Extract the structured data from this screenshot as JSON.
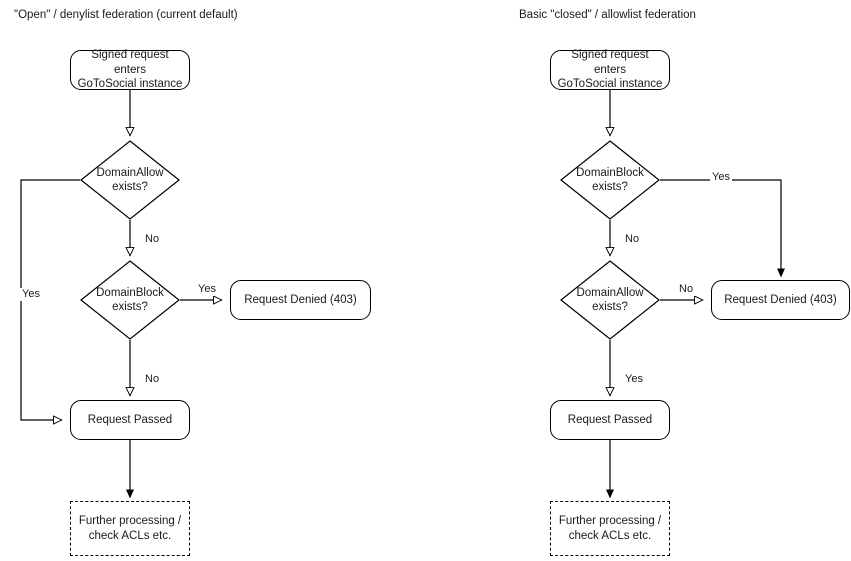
{
  "diagram": {
    "type": "flowchart",
    "background": "#ffffff",
    "stroke_color": "#000000",
    "text_color": "#1a1a1a"
  },
  "panels": [
    {
      "id": "open-denylist",
      "title": "\"Open\" / denylist federation (current default)",
      "nodes": {
        "entry": "Signed request enters\nGoToSocial instance",
        "decision_1": "DomainAllow\nexists?",
        "decision_2": "DomainBlock\nexists?",
        "denied": "Request Denied (403)",
        "passed": "Request Passed",
        "further": "Further processing /\ncheck ACLs etc."
      },
      "edge_labels": {
        "allow_yes": "Yes",
        "allow_no": "No",
        "block_yes": "Yes",
        "block_no": "No"
      }
    },
    {
      "id": "closed-allowlist",
      "title": "Basic \"closed\" / allowlist federation",
      "nodes": {
        "entry": "Signed request enters\nGoToSocial instance",
        "decision_1": "DomainBlock\nexists?",
        "decision_2": "DomainAllow\nexists?",
        "denied": "Request Denied (403)",
        "passed": "Request Passed",
        "further": "Further processing /\ncheck ACLs etc."
      },
      "edge_labels": {
        "block_yes": "Yes",
        "block_no": "No",
        "allow_no": "No",
        "allow_yes": "Yes"
      }
    }
  ]
}
